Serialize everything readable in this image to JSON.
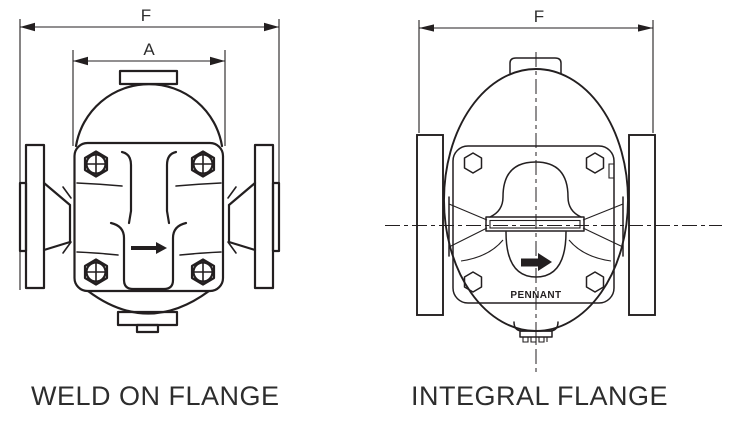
{
  "figures": {
    "weld_on": {
      "caption": "WELD ON FLANGE",
      "dim_overall_label": "F",
      "dim_body_label": "A"
    },
    "integral": {
      "caption": "INTEGRAL FLANGE",
      "dim_overall_label": "F",
      "brand_marking": "PENNANT"
    }
  },
  "colors": {
    "line": "#231f20",
    "text": "#2d2d2d",
    "background": "#ffffff"
  }
}
